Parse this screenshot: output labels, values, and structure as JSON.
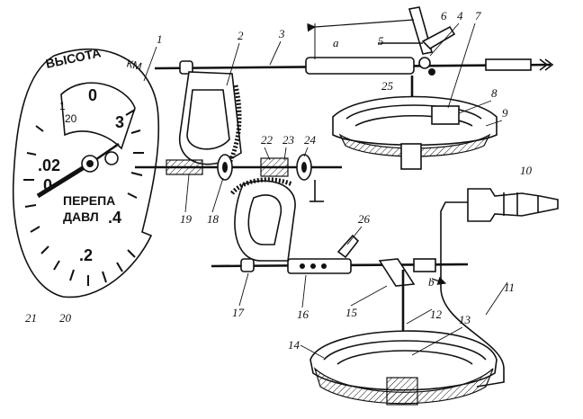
{
  "dial": {
    "word_altitude": "ВЫСОТА",
    "unit_km": "КМ",
    "word_pressure_1": "ПЕРЕПА",
    "word_pressure_2": "ДАВЛ",
    "num_0": "0",
    "num_1": "1",
    "num_20": "20",
    "num_3": "3",
    "num_02": ".02",
    "num_4": ".4",
    "num_2": ".2",
    "num_0b": "0"
  },
  "labels": {
    "l1": "1",
    "l2": "2",
    "l3": "3",
    "l4": "4",
    "l5": "5",
    "l6": "6",
    "l7": "7",
    "l8": "8",
    "l9": "9",
    "l10": "10",
    "l11": "11",
    "l12": "12",
    "l13": "13",
    "l14": "14",
    "l15": "15",
    "l16": "16",
    "l17": "17",
    "l18": "18",
    "l19": "19",
    "l20": "20",
    "l21": "21",
    "l22": "22",
    "l23": "23",
    "l24": "24",
    "l25": "25",
    "l26": "26",
    "la": "a",
    "lb": "b"
  }
}
